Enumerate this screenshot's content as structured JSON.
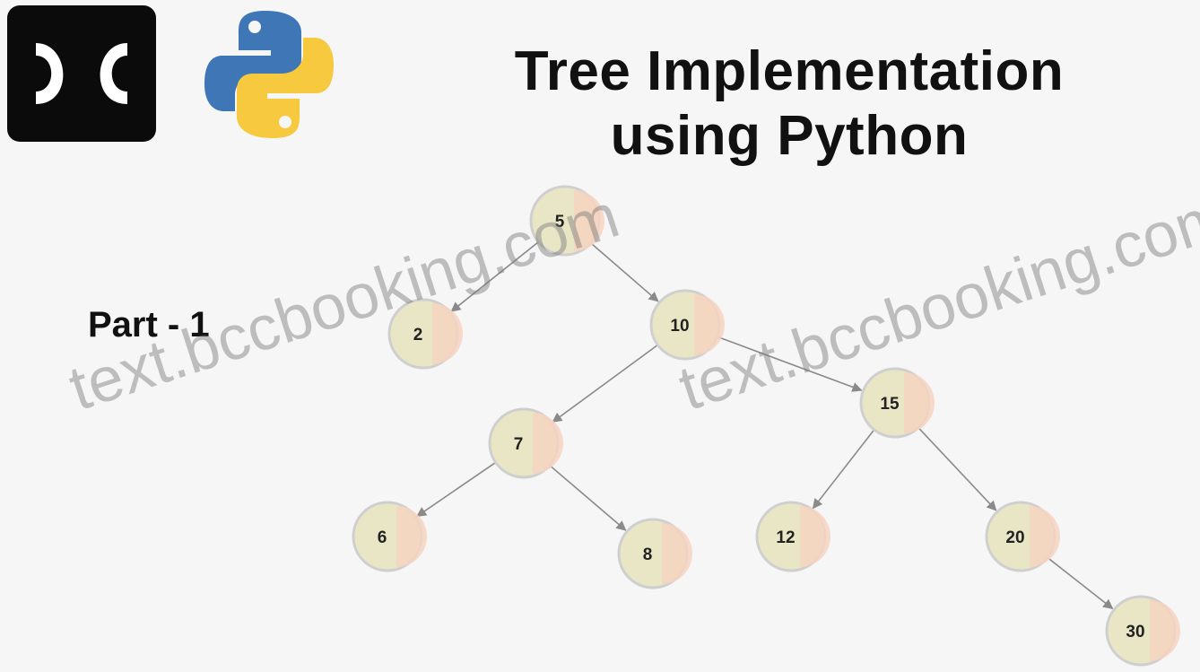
{
  "header": {
    "title_line1": "Tree Implementation",
    "title_line2": "using Python",
    "logo_icon": "dc-logo-icon",
    "python_icon": "python-logo-icon"
  },
  "part_label": "Part - 1",
  "watermark": "text.bccbooking.com",
  "tree": {
    "nodes": [
      {
        "id": "n5",
        "value": "5"
      },
      {
        "id": "n2",
        "value": "2"
      },
      {
        "id": "n10",
        "value": "10"
      },
      {
        "id": "n7",
        "value": "7"
      },
      {
        "id": "n15",
        "value": "15"
      },
      {
        "id": "n6",
        "value": "6"
      },
      {
        "id": "n8",
        "value": "8"
      },
      {
        "id": "n12",
        "value": "12"
      },
      {
        "id": "n20",
        "value": "20"
      },
      {
        "id": "n30",
        "value": "30"
      }
    ],
    "edges": [
      [
        "n5",
        "n2"
      ],
      [
        "n5",
        "n10"
      ],
      [
        "n10",
        "n7"
      ],
      [
        "n10",
        "n15"
      ],
      [
        "n7",
        "n6"
      ],
      [
        "n7",
        "n8"
      ],
      [
        "n15",
        "n12"
      ],
      [
        "n15",
        "n20"
      ],
      [
        "n20",
        "n30"
      ]
    ],
    "colors": {
      "node_fill": "#e9e6c6",
      "node_accent": "#f6d4bf",
      "node_stroke": "#cfcfcf",
      "edge": "#8a8a8a",
      "text": "#222222"
    }
  }
}
